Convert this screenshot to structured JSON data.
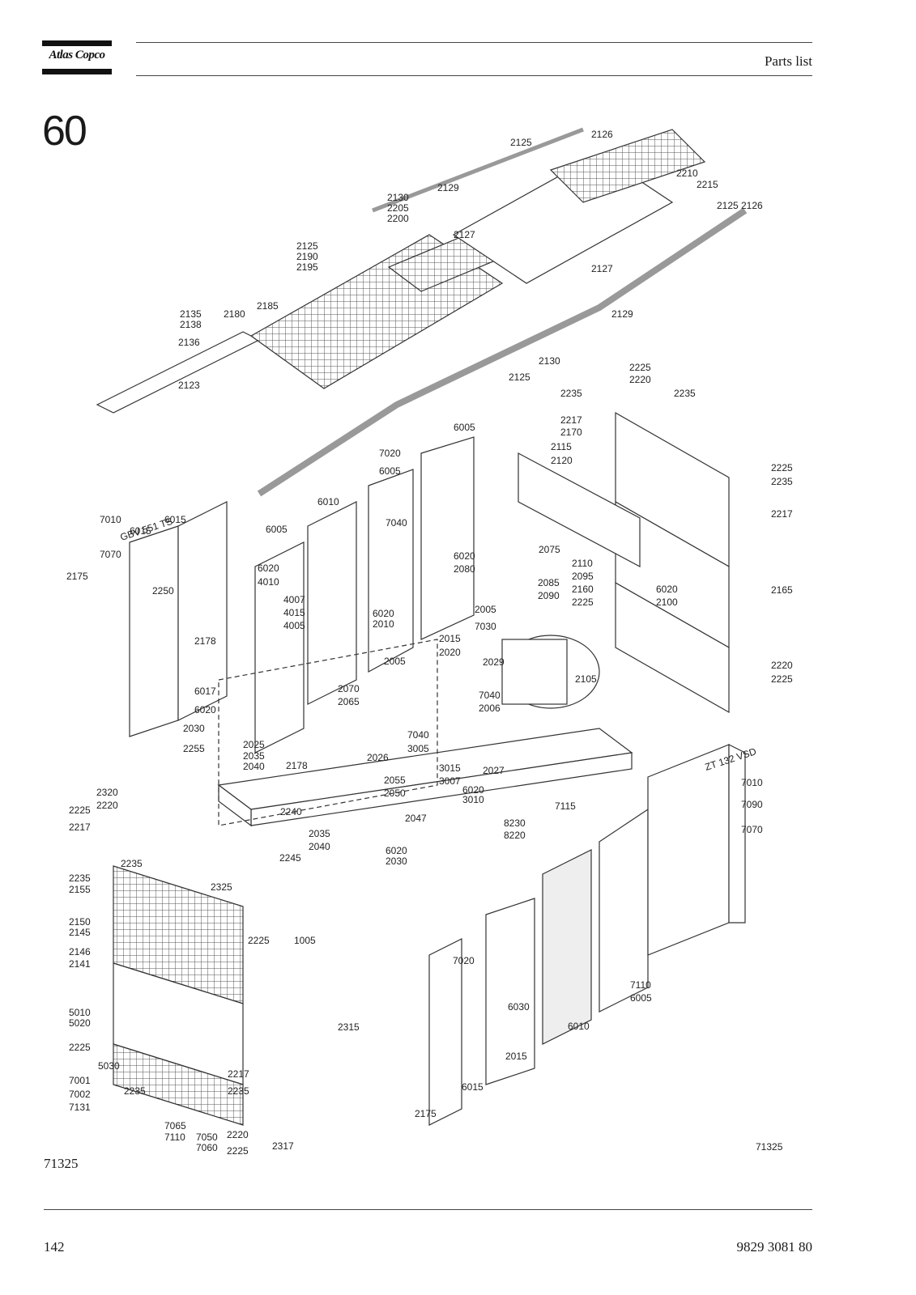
{
  "header": {
    "logo_text": "Atlas Copco",
    "title": "Parts list"
  },
  "section": {
    "number": "60"
  },
  "diagram": {
    "figure_code": "71325",
    "part_labels": [
      "2126",
      "2125",
      "2210",
      "2215",
      "2125",
      "2126",
      "2129",
      "2130",
      "2205",
      "2200",
      "2127",
      "2125",
      "2190",
      "2195",
      "2127",
      "2129",
      "2135",
      "2138",
      "2180",
      "2185",
      "2136",
      "2123",
      "2130",
      "2125",
      "2225",
      "2220",
      "2235",
      "2235",
      "2217",
      "2170",
      "2115",
      "2120",
      "6005",
      "7020",
      "6005",
      "2225",
      "2235",
      "2217",
      "7010",
      "6015",
      "6010",
      "6005",
      "7040",
      "7070",
      "2175",
      "2250",
      "6020",
      "4010",
      "4007",
      "4015",
      "4005",
      "6020",
      "2080",
      "2075",
      "2110",
      "2095",
      "2160",
      "2225",
      "2085",
      "2090",
      "6020",
      "2100",
      "2165",
      "6020",
      "2010",
      "2005",
      "7030",
      "2015",
      "2020",
      "2005",
      "2029",
      "2178",
      "6017",
      "6020",
      "2030",
      "2025",
      "2035",
      "2040",
      "2255",
      "2070",
      "2065",
      "2178",
      "2026",
      "7040",
      "3005",
      "2105",
      "7040",
      "2006",
      "2220",
      "2225",
      "2055",
      "2050",
      "3015",
      "3007",
      "3010",
      "6020",
      "2027",
      "2320",
      "2225",
      "2220",
      "2217",
      "2240",
      "2047",
      "8230",
      "8220",
      "7115",
      "7010",
      "7090",
      "7070",
      "2035",
      "2040",
      "2245",
      "6020",
      "2030",
      "2235",
      "2235",
      "2155",
      "2325",
      "1005",
      "2150",
      "2145",
      "2225",
      "2146",
      "2141",
      "7020",
      "5010",
      "5020",
      "2225",
      "5030",
      "7001",
      "7002",
      "7131",
      "2235",
      "2217",
      "2235",
      "2315",
      "6030",
      "6010",
      "7110",
      "6005",
      "2015",
      "6015",
      "7065",
      "7110",
      "7050",
      "7060",
      "2220",
      "2225",
      "2317",
      "2175",
      "6015",
      "71325"
    ],
    "panel_texts": [
      "GBV 551 TS",
      "ZT 132 VSD"
    ]
  },
  "footer": {
    "figure_id": "71325",
    "page_number": "142",
    "document_number": "9829 3081 80"
  }
}
